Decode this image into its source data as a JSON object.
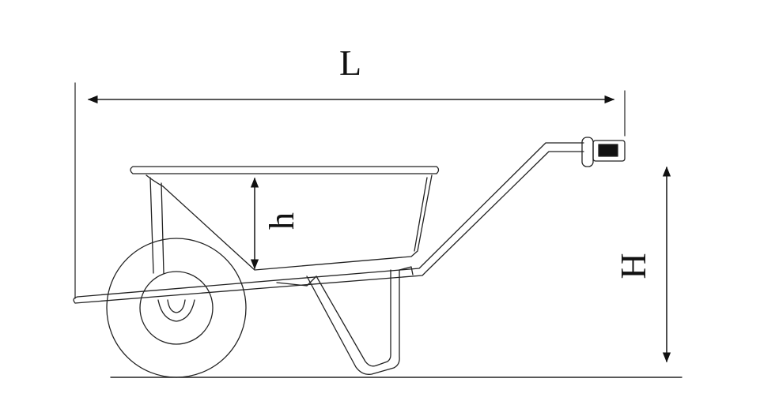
{
  "diagram": {
    "labels": {
      "length": "L",
      "height": "H",
      "tray_depth": "h"
    },
    "colors": {
      "ink": "#222222",
      "background": "#ffffff"
    }
  }
}
